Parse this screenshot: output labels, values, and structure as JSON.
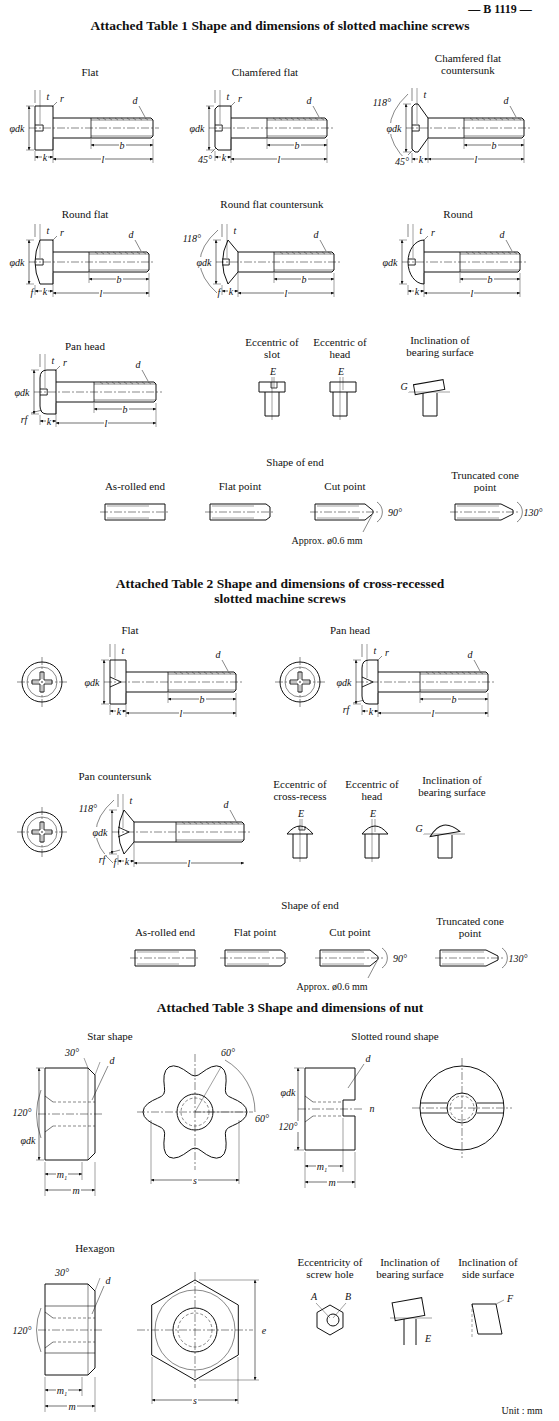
{
  "diagram": {
    "labels": [
      "— B 1119 —",
      "Attached Table 1 Shape and dimensions of slotted machine screws",
      "Flat",
      "t",
      "r",
      "φdk",
      "d",
      "b",
      "k",
      "l",
      "Chamfered flat",
      "t",
      "r",
      "φdk",
      "d",
      "45°",
      "b",
      "k",
      "l",
      "Chamfered flat countersunk",
      "t",
      "118°",
      "φdk",
      "d",
      "45°",
      "b",
      "k",
      "l",
      "Round flat",
      "t",
      "r",
      "φdk",
      "d",
      "b",
      "f",
      "k",
      "l",
      "Round flat countersunk",
      "t",
      "118°",
      "φdk",
      "d",
      "b",
      "f",
      "k",
      "l",
      "Round",
      "t",
      "r",
      "φdk",
      "d",
      "b",
      "k",
      "l",
      "Pan head",
      "t",
      "rf",
      "φdk",
      "d",
      "r",
      "b",
      "k",
      "l",
      "Eccentric of slot",
      "E",
      "Eccentric of head",
      "E",
      "Inclination of bearing surface",
      "G",
      "Shape of end",
      "As-rolled end",
      "Flat point",
      "Cut point",
      "90°",
      "Approx. ø0.6 mm",
      "Truncated cone point",
      "130°",
      "Attached Table 2 Shape and dimensions of cross-recessed slotted machine screws",
      "Flat",
      "t",
      "φdk",
      "d",
      "b",
      "k",
      "l",
      "Pan head",
      "t",
      "rf",
      "φdk",
      "d",
      "r",
      "b",
      "k",
      "l",
      "Pan countersunk",
      "t",
      "118°",
      "rf",
      "φdk",
      "d",
      "f",
      "k",
      "l",
      "Eccentric of cross-recess",
      "E",
      "Eccentric of head",
      "E",
      "Inclination of bearing surface",
      "G",
      "Shape of end",
      "As-rolled end",
      "Flat point",
      "Cut point",
      "90°",
      "Approx. ø0.6 mm",
      "Truncated cone point",
      "130°",
      "Attached Table 3 Shape and dimensions of nut",
      "Star shape",
      "30°",
      "d",
      "120°",
      "φdk",
      "m₁",
      "m",
      "60°",
      "60°",
      "s",
      "Slotted round shape",
      "d",
      "φdk",
      "120°",
      "n",
      "m₁",
      "m",
      "Hexagon",
      "30°",
      "d",
      "120°",
      "m₁",
      "m",
      "s",
      "e",
      "Eccentricity of screw hole",
      "A",
      "B",
      "Inclination of bearing surface",
      "E",
      "Inclination of side surface",
      "F",
      "Unit : mm"
    ]
  }
}
